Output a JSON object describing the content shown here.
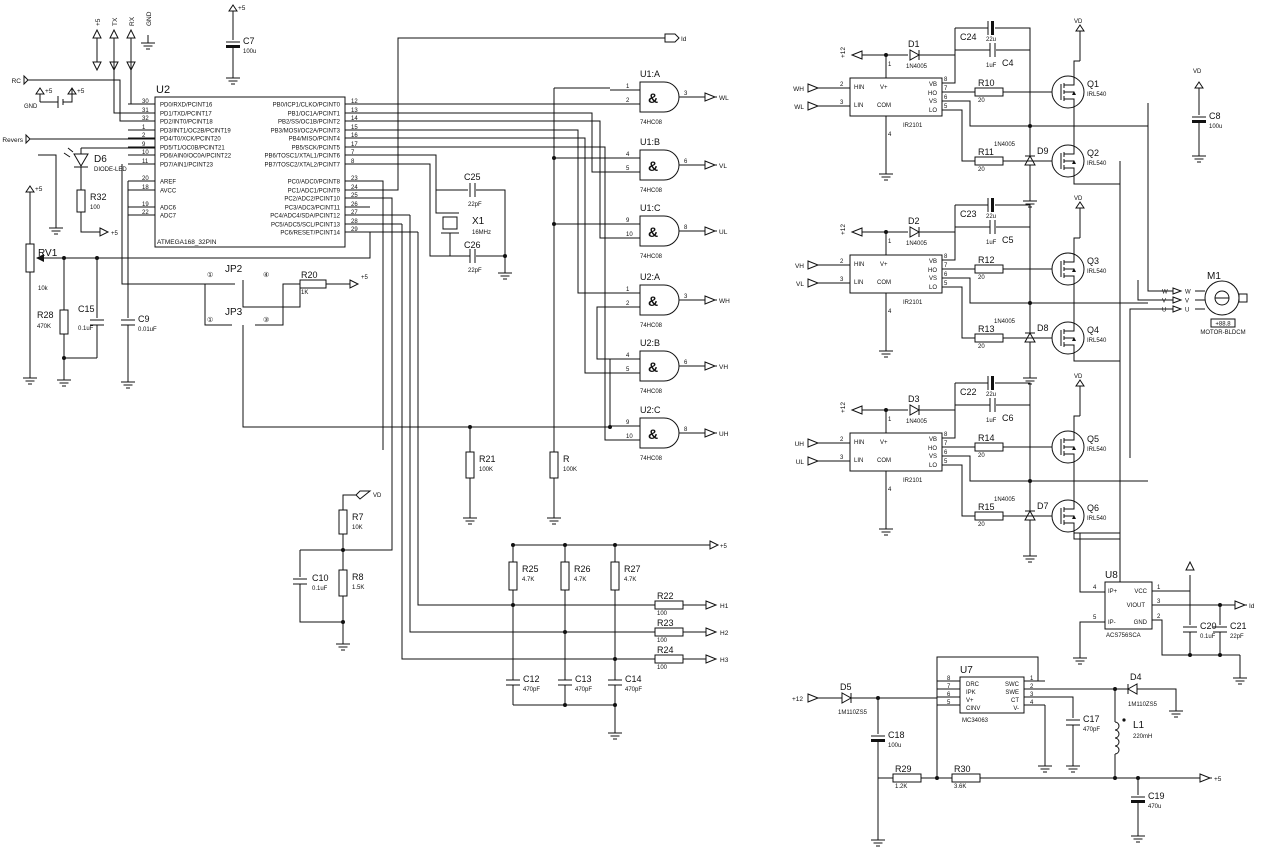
{
  "schematic": {
    "u2": {
      "ref": "U2",
      "part": "ATMEGA168_32PIN",
      "left_pins": [
        {
          "num": "30",
          "name": "PD0/RXD/PCINT16"
        },
        {
          "num": "31",
          "name": "PD1/TXD/PCINT17"
        },
        {
          "num": "32",
          "name": "PD2/INT0/PCINT18"
        },
        {
          "num": "1",
          "name": "PD3/INT1/OC2B/PCINT19"
        },
        {
          "num": "2",
          "name": "PD4/T0/XCK/PCINT20"
        },
        {
          "num": "9",
          "name": "PD5/T1/OC0B/PCINT21"
        },
        {
          "num": "10",
          "name": "PD6/AIN0/OC0A/PCINT22"
        },
        {
          "num": "11",
          "name": "PD7/AIN1/PCINT23"
        },
        {
          "num": "20",
          "name": "AREF"
        },
        {
          "num": "18",
          "name": "AVCC"
        },
        {
          "num": "19",
          "name": "ADC6"
        },
        {
          "num": "22",
          "name": "ADC7"
        }
      ],
      "right_pins": [
        {
          "num": "12",
          "name": "PB0/ICP1/CLKO/PCINT0"
        },
        {
          "num": "13",
          "name": "PB1/OC1A/PCINT1"
        },
        {
          "num": "14",
          "name": "PB2/SS/OC1B/PCINT2"
        },
        {
          "num": "15",
          "name": "PB3/MOSI/OC2A/PCINT3"
        },
        {
          "num": "16",
          "name": "PB4/MISO/PCINT4"
        },
        {
          "num": "17",
          "name": "PB5/SCK/PCINT5"
        },
        {
          "num": "7",
          "name": "PB6/TOSC1/XTAL1/PCINT6"
        },
        {
          "num": "8",
          "name": "PB7/TOSC2/XTAL2/PCINT7"
        },
        {
          "num": "23",
          "name": "PC0/ADC0/PCINT8"
        },
        {
          "num": "24",
          "name": "PC1/ADC1/PCINT9"
        },
        {
          "num": "25",
          "name": "PC2/ADC2/PCINT10"
        },
        {
          "num": "26",
          "name": "PC3/ADC3/PCINT11"
        },
        {
          "num": "27",
          "name": "PC4/ADC4/SDA/PCINT12"
        },
        {
          "num": "28",
          "name": "PC5/ADC5/SCL/PCINT13"
        },
        {
          "num": "29",
          "name": "PC6/RESET/PCINT14"
        }
      ]
    },
    "gates": [
      {
        "ref": "U1:A",
        "part": "74HC08",
        "in1": "1",
        "in2": "2",
        "out": "3",
        "net": "WL"
      },
      {
        "ref": "U1:B",
        "part": "74HC08",
        "in1": "4",
        "in2": "5",
        "out": "6",
        "net": "VL"
      },
      {
        "ref": "U1:C",
        "part": "74HC08",
        "in1": "9",
        "in2": "10",
        "out": "8",
        "net": "UL"
      },
      {
        "ref": "U2:A",
        "part": "74HC08",
        "in1": "1",
        "in2": "2",
        "out": "3",
        "net": "WH"
      },
      {
        "ref": "U2:B",
        "part": "74HC08",
        "in1": "4",
        "in2": "5",
        "out": "6",
        "net": "VH"
      },
      {
        "ref": "U2:C",
        "part": "74HC08",
        "in1": "9",
        "in2": "10",
        "out": "8",
        "net": "UH"
      }
    ],
    "drivers": [
      {
        "name": "IR2101",
        "supply": "+12",
        "pin_labels": [
          "HIN",
          "LIN",
          "V+",
          "COM",
          "VB",
          "HO",
          "VS",
          "LO"
        ],
        "pin_nums": [
          "2",
          "3",
          "1",
          "4",
          "8",
          "7",
          "6",
          "5"
        ],
        "hin_net": "WH",
        "lin_net": "WL",
        "diode": {
          "ref": "D1",
          "part": "1N4005"
        },
        "cap_e": {
          "ref": "C24",
          "value": "22u"
        },
        "cap_c": {
          "ref": "C4",
          "value": "1uF"
        },
        "r_hi": {
          "ref": "R10",
          "value": "20"
        },
        "r_lo": {
          "ref": "R11",
          "value": "20"
        },
        "clamp": {
          "ref": "D9",
          "part": "1N4005"
        },
        "q_hi": {
          "ref": "Q1",
          "part": "IRL540"
        },
        "q_lo": {
          "ref": "Q2",
          "part": "IRL540"
        }
      },
      {
        "name": "IR2101",
        "supply": "+12",
        "pin_labels": [
          "HIN",
          "LIN",
          "V+",
          "COM",
          "VB",
          "HO",
          "VS",
          "LO"
        ],
        "pin_nums": [
          "2",
          "3",
          "1",
          "4",
          "8",
          "7",
          "6",
          "5"
        ],
        "hin_net": "VH",
        "lin_net": "VL",
        "diode": {
          "ref": "D2",
          "part": "1N4005"
        },
        "cap_e": {
          "ref": "C23",
          "value": "22u"
        },
        "cap_c": {
          "ref": "C5",
          "value": "1uF"
        },
        "r_hi": {
          "ref": "R12",
          "value": "20"
        },
        "r_lo": {
          "ref": "R13",
          "value": "20"
        },
        "clamp": {
          "ref": "D8",
          "part": "1N4005"
        },
        "q_hi": {
          "ref": "Q3",
          "part": "IRL540"
        },
        "q_lo": {
          "ref": "Q4",
          "part": "IRL540"
        }
      },
      {
        "name": "IR2101",
        "supply": "+12",
        "pin_labels": [
          "HIN",
          "LIN",
          "V+",
          "COM",
          "VB",
          "HO",
          "VS",
          "LO"
        ],
        "pin_nums": [
          "2",
          "3",
          "1",
          "4",
          "8",
          "7",
          "6",
          "5"
        ],
        "hin_net": "UH",
        "lin_net": "UL",
        "diode": {
          "ref": "D3",
          "part": "1N4005"
        },
        "cap_e": {
          "ref": "C22",
          "value": "22u"
        },
        "cap_c": {
          "ref": "C6",
          "value": "1uF"
        },
        "r_hi": {
          "ref": "R14",
          "value": "20"
        },
        "r_lo": {
          "ref": "R15",
          "value": "20"
        },
        "clamp": {
          "ref": "D7",
          "part": "1N4005"
        },
        "q_hi": {
          "ref": "Q5",
          "part": "IRL540"
        },
        "q_lo": {
          "ref": "Q6",
          "part": "IRL540"
        }
      }
    ],
    "motor": {
      "ref": "M1",
      "part": "MOTOR-BLDCM",
      "readout": "+88.8",
      "pins": [
        "W",
        "V",
        "U"
      ]
    },
    "u8": {
      "ref": "U8",
      "part": "ACS756SCA",
      "pins": [
        "IP+",
        "VCC",
        "VIOUT",
        "IP-",
        "GND"
      ],
      "pin_nums": [
        "4",
        "1",
        "3",
        "5",
        "2"
      ]
    },
    "u7": {
      "ref": "U7",
      "part": "MC34063",
      "pins": [
        "DRC",
        "IPK",
        "V+",
        "CINV",
        "SWC",
        "SWE",
        "CT",
        "V-"
      ],
      "pin_nums": [
        "8",
        "7",
        "6",
        "5",
        "1",
        "2",
        "3",
        "4"
      ]
    },
    "header": [
      {
        "label": "+5"
      },
      {
        "label": "TX"
      },
      {
        "label": "RX"
      },
      {
        "label": "GND"
      }
    ],
    "components": [
      {
        "ref": "C7",
        "value": "100u"
      },
      {
        "ref": "C8",
        "value": "100u"
      },
      {
        "ref": "D6",
        "value": "DIODE-LED"
      },
      {
        "ref": "R32",
        "value": "100"
      },
      {
        "ref": "RV1",
        "value": "10k"
      },
      {
        "ref": "R28",
        "value": "470K"
      },
      {
        "ref": "C15",
        "value": "0.1uF"
      },
      {
        "ref": "C9",
        "value": "0.01uF"
      },
      {
        "ref": "JP2",
        "value": ""
      },
      {
        "ref": "JP3",
        "value": ""
      },
      {
        "ref": "R20",
        "value": "1K"
      },
      {
        "ref": "C25",
        "value": "22pF"
      },
      {
        "ref": "X1",
        "value": "16MHz"
      },
      {
        "ref": "C26",
        "value": "22pF"
      },
      {
        "ref": "R21",
        "value": "100K"
      },
      {
        "ref": "R",
        "value": "100K"
      },
      {
        "ref": "R7",
        "value": "10K"
      },
      {
        "ref": "R8",
        "value": "1.5K"
      },
      {
        "ref": "C10",
        "value": "0.1uF"
      },
      {
        "ref": "R25",
        "value": "4.7K"
      },
      {
        "ref": "R26",
        "value": "4.7K"
      },
      {
        "ref": "R27",
        "value": "4.7K"
      },
      {
        "ref": "R22",
        "value": "100"
      },
      {
        "ref": "R23",
        "value": "100"
      },
      {
        "ref": "R24",
        "value": "100"
      },
      {
        "ref": "C12",
        "value": "470pF"
      },
      {
        "ref": "C13",
        "value": "470pF"
      },
      {
        "ref": "C14",
        "value": "470pF"
      },
      {
        "ref": "C20",
        "value": "0.1uF"
      },
      {
        "ref": "C21",
        "value": "22pF"
      },
      {
        "ref": "D5",
        "value": "1M110ZS5"
      },
      {
        "ref": "D4",
        "value": "1M110ZS5"
      },
      {
        "ref": "C18",
        "value": "100u"
      },
      {
        "ref": "C17",
        "value": "470pF"
      },
      {
        "ref": "L1",
        "value": "220mH"
      },
      {
        "ref": "R29",
        "value": "1.2K"
      },
      {
        "ref": "R30",
        "value": "3.6K"
      },
      {
        "ref": "C19",
        "value": "470u"
      }
    ],
    "labels": {
      "p5": "+5",
      "p12": "+12",
      "vd": "VD",
      "gnd": "GND",
      "rc": "RC",
      "revers": "Revers",
      "id": "Id",
      "h1": "H1",
      "h2": "H2",
      "h3": "H3",
      "j1": "①",
      "j3": "③",
      "j4": "④"
    }
  }
}
